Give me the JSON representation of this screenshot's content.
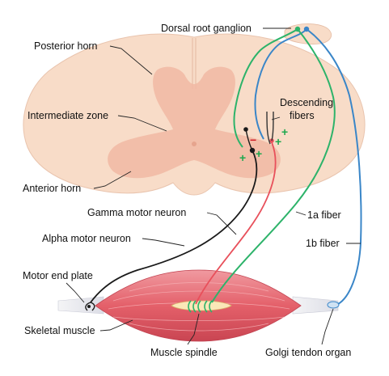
{
  "labels": {
    "dorsal_root_ganglion": "Dorsal root ganglion",
    "posterior_horn": "Posterior horn",
    "intermediate_zone": "Intermediate zone",
    "anterior_horn": "Anterior horn",
    "descending_fibers_line1": "Descending",
    "descending_fibers_line2": "fibers",
    "gamma_motor_neuron": "Gamma motor neuron",
    "alpha_motor_neuron": "Alpha motor neuron",
    "fiber_1a": "1a fiber",
    "fiber_1b": "1b fiber",
    "motor_end_plate": "Motor end plate",
    "skeletal_muscle": "Skeletal muscle",
    "muscle_spindle": "Muscle spindle",
    "golgi_tendon_organ": "Golgi tendon organ"
  },
  "signs": {
    "plus": "+",
    "minus": "−"
  },
  "colors": {
    "cord_fill": "#f8dcc8",
    "gray_matter": "#f1b9a3",
    "muscle": "#e56b73",
    "fiber_1a": "#2db36a",
    "fiber_1b": "#3a86c8",
    "gamma_motor": "#e8505b",
    "alpha_motor": "#1a1a1a",
    "descending": "#333333",
    "excitatory_sign": "#1fa84f",
    "inhibitory_sign": "#d0202a"
  }
}
